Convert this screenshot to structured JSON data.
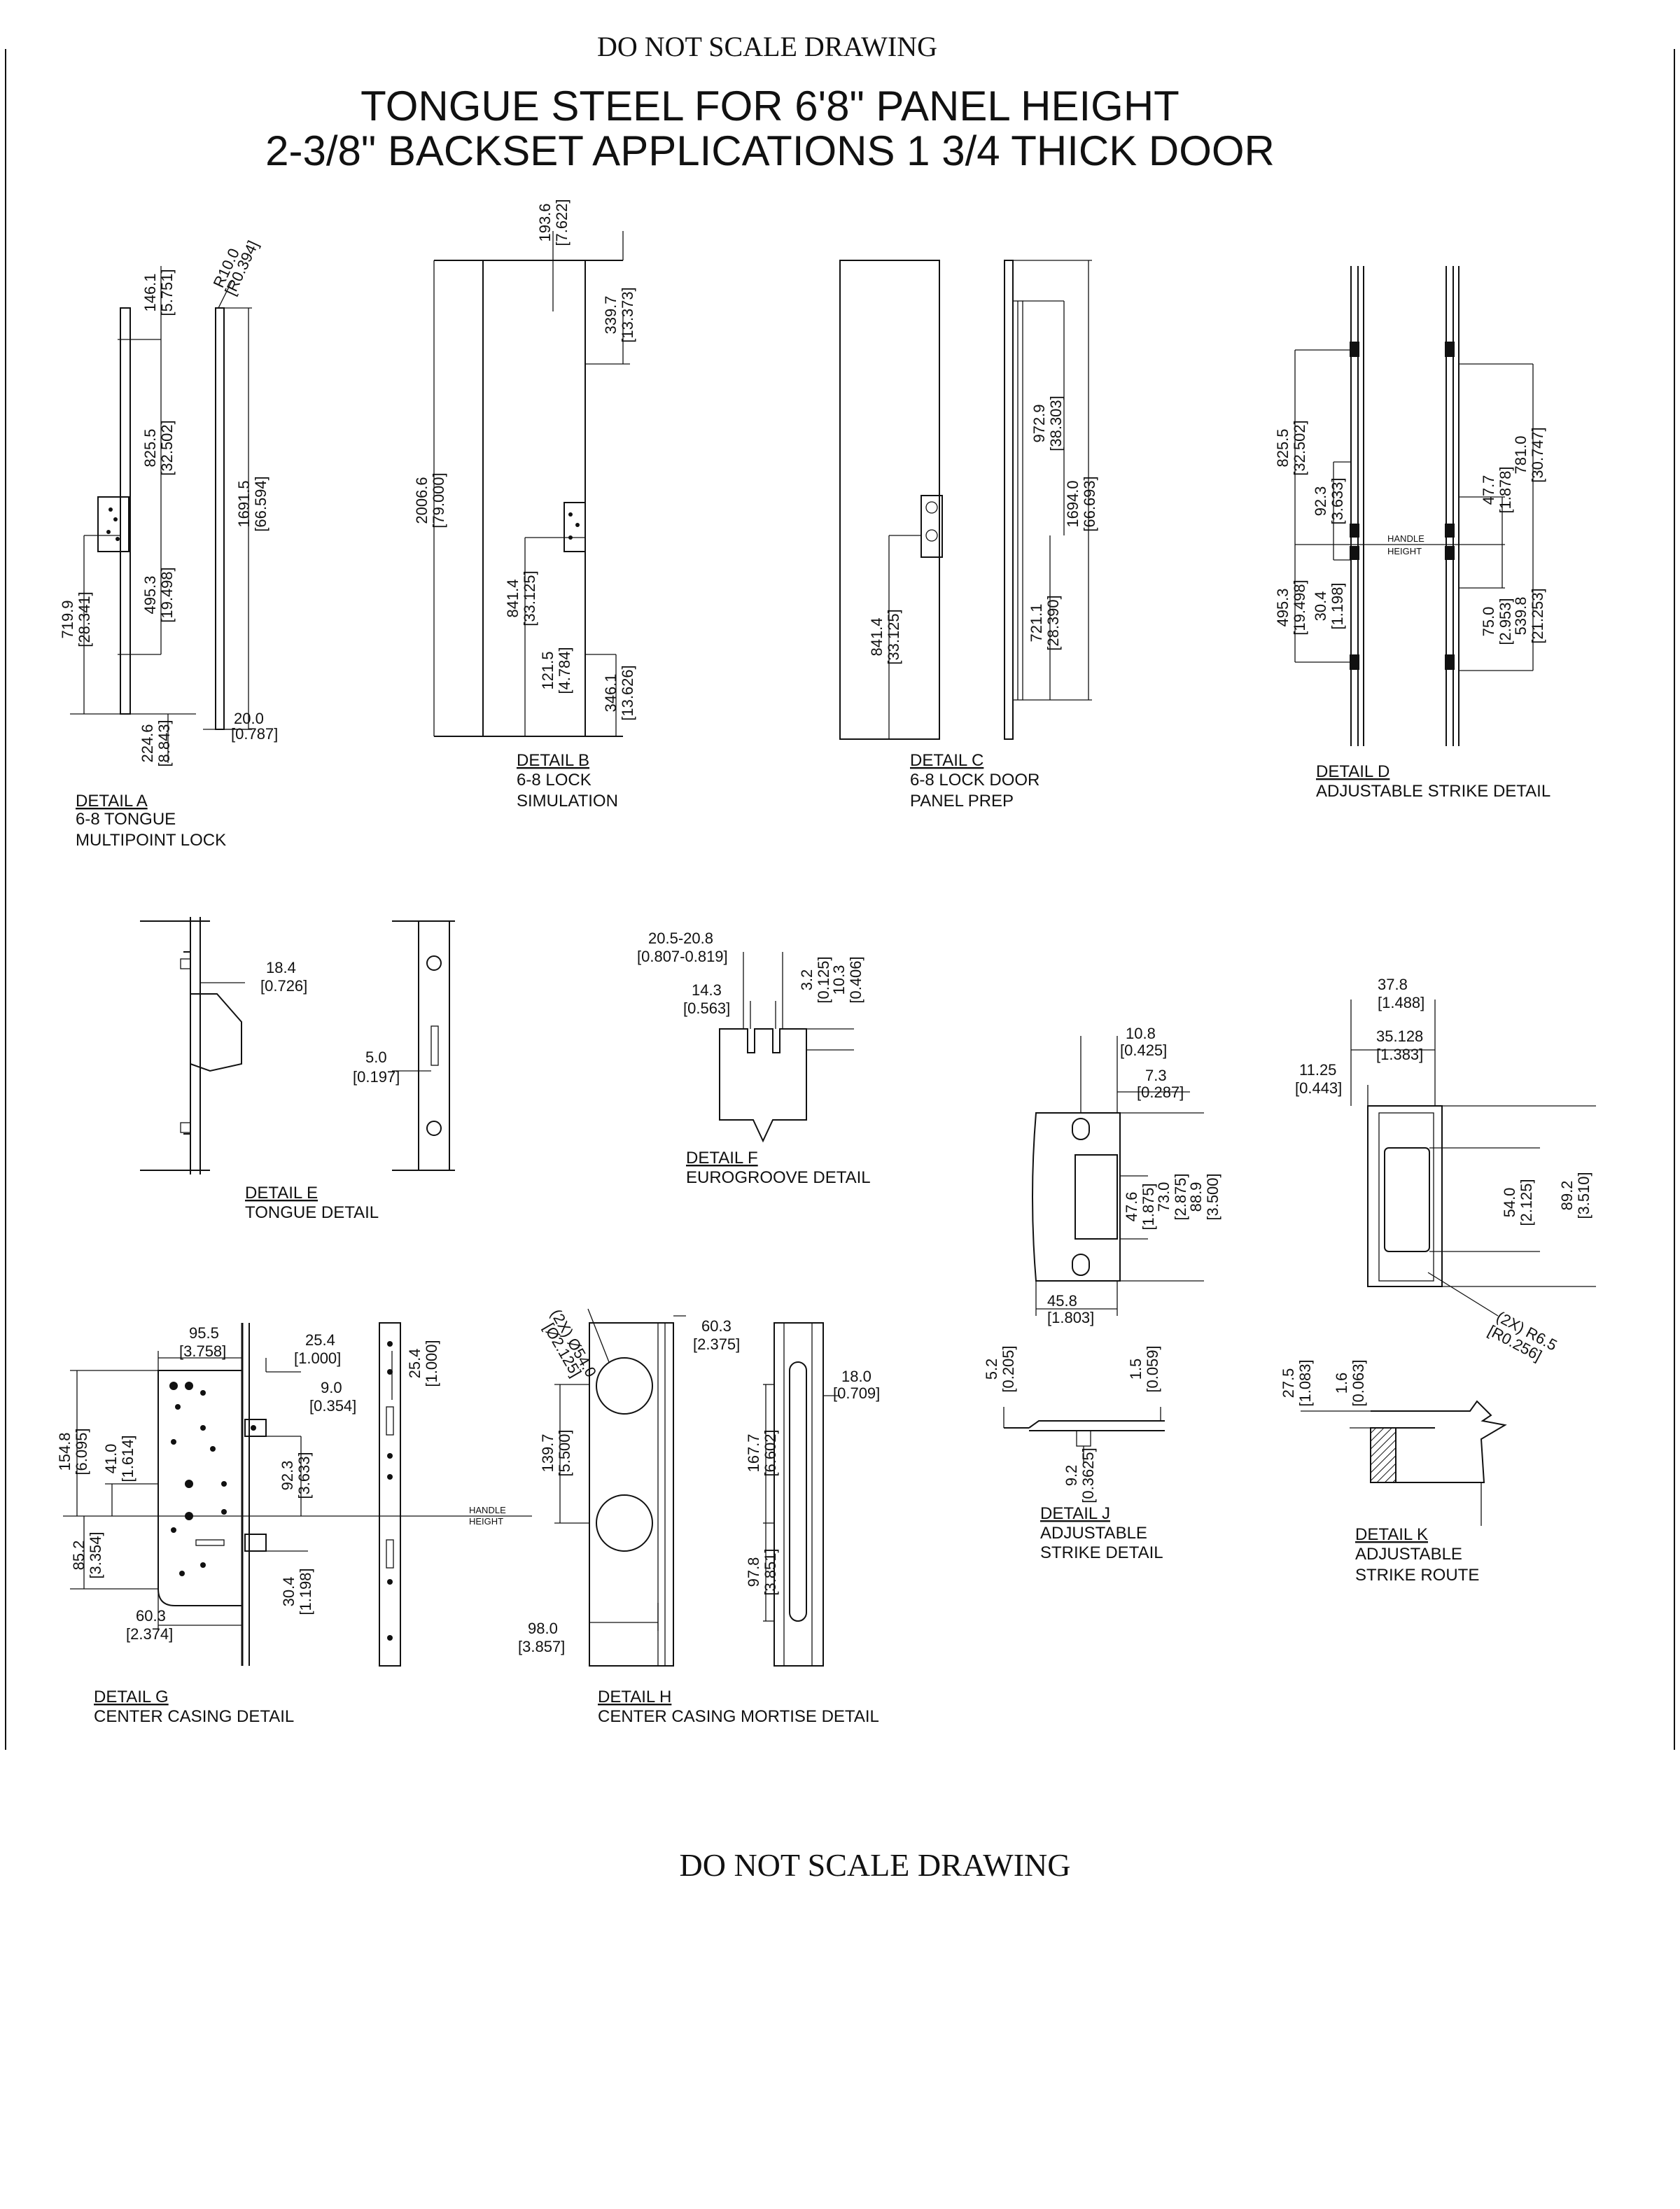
{
  "header": {
    "note_top": "DO NOT SCALE DRAWING",
    "title_line1": "TONGUE STEEL FOR 6'8\" PANEL HEIGHT",
    "title_line2": "2-3/8\" BACKSET APPLICATIONS 1 3/4 THICK DOOR"
  },
  "footer": {
    "note_bottom": "DO NOT SCALE DRAWING"
  },
  "details": {
    "a": {
      "label": "DETAIL A",
      "line1": "6-8 TONGUE",
      "line2": "MULTIPOINT LOCK",
      "dims": {
        "d1": "146.1",
        "d1i": "[5.751]",
        "r": "R10.0",
        "ri": "[R0.394]",
        "d2": "825.5",
        "d2i": "[32.502]",
        "d3": "1691.5",
        "d3i": "[66.594]",
        "d4": "719.9",
        "d4i": "[28.341]",
        "d5": "495.3",
        "d5i": "[19.498]",
        "d6": "224.6",
        "d6i": "[8.843]",
        "d7": "20.0",
        "d7i": "[0.787]"
      }
    },
    "b": {
      "label": "DETAIL B",
      "line1": "6-8 LOCK",
      "line2": "SIMULATION",
      "dims": {
        "d1": "193.6",
        "d1i": "[7.622]",
        "d2": "339.7",
        "d2i": "[13.373]",
        "d3": "2006.6",
        "d3i": "[79.000]",
        "d4": "841.4",
        "d4i": "[33.125]",
        "d5": "121.5",
        "d5i": "[4.784]",
        "d6": "346.1",
        "d6i": "[13.626]"
      }
    },
    "c": {
      "label": "DETAIL C",
      "line1": "6-8 LOCK DOOR",
      "line2": "PANEL PREP",
      "dims": {
        "d1": "972.9",
        "d1i": "[38.303]",
        "d2": "1694.0",
        "d2i": "[66.693]",
        "d3": "841.4",
        "d3i": "[33.125]",
        "d4": "721.1",
        "d4i": "[28.390]"
      }
    },
    "d": {
      "label": "DETAIL D",
      "line1": "ADJUSTABLE STRIKE DETAIL",
      "handle1": "HANDLE",
      "handle2": "HEIGHT",
      "dims": {
        "d1": "825.5",
        "d1i": "[32.502]",
        "d2": "92.3",
        "d2i": "[3.633]",
        "d3": "495.3",
        "d3i": "[19.498]",
        "d4": "30.4",
        "d4i": "[1.198]",
        "d5": "781.0",
        "d5i": "[30.747]",
        "d6": "47.7",
        "d6i": "[1.878]",
        "d7": "75.0",
        "d7i": "[2.953]",
        "d8": "539.8",
        "d8i": "[21.253]"
      }
    },
    "e": {
      "label": "DETAIL E",
      "line1": "TONGUE DETAIL",
      "dims": {
        "d1": "18.4",
        "d1i": "[0.726]",
        "d2": "5.0",
        "d2i": "[0.197]"
      }
    },
    "f": {
      "label": "DETAIL F",
      "line1": "EUROGROOVE DETAIL",
      "dims": {
        "d1": "20.5-20.8",
        "d1i": "[0.807-0.819]",
        "d2": "14.3",
        "d2i": "[0.563]",
        "d3": "3.2",
        "d3i": "[0.125]",
        "d4": "10.3",
        "d4i": "[0.406]"
      }
    },
    "g": {
      "label": "DETAIL G",
      "line1": "CENTER CASING DETAIL",
      "handle1": "HANDLE",
      "handle2": "HEIGHT",
      "dims": {
        "d1": "95.5",
        "d1i": "[3.758]",
        "d2": "25.4",
        "d2i": "[1.000]",
        "d3": "25.4",
        "d3i": "[1.000]",
        "d4": "9.0",
        "d4i": "[0.354]",
        "d5": "154.8",
        "d5i": "[6.095]",
        "d6": "41.0",
        "d6i": "[1.614]",
        "d7": "92.3",
        "d7i": "[3.633]",
        "d8": "85.2",
        "d8i": "[3.354]",
        "d9": "30.4",
        "d9i": "[1.198]",
        "d10": "60.3",
        "d10i": "[2.374]"
      }
    },
    "h": {
      "label": "DETAIL H",
      "line1": "CENTER CASING MORTISE DETAIL",
      "dims": {
        "d1": "(2X) Ø54.0",
        "d1i": "[Ø2.125]",
        "d2": "60.3",
        "d2i": "[2.375]",
        "d3": "18.0",
        "d3i": "[0.709]",
        "d4": "139.7",
        "d4i": "[5.500]",
        "d5": "167.7",
        "d5i": "[6.602]",
        "d6": "97.8",
        "d6i": "[3.851]",
        "d7": "98.0",
        "d7i": "[3.857]"
      }
    },
    "j": {
      "label": "DETAIL J",
      "line1": "ADJUSTABLE",
      "line2": "STRIKE DETAIL",
      "dims": {
        "d1": "10.8",
        "d1i": "[0.425]",
        "d2": "7.3",
        "d2i": "[0.287]",
        "d3": "47.6",
        "d3i": "[1.875]",
        "d4": "73.0",
        "d4i": "[2.875]",
        "d5": "88.9",
        "d5i": "[3.500]",
        "d6": "45.8",
        "d6i": "[1.803]",
        "d7": "5.2",
        "d7i": "[0.205]",
        "d8": "1.5",
        "d8i": "[0.059]",
        "d9": "9.2",
        "d9i": "[0.3625]"
      }
    },
    "k": {
      "label": "DETAIL K",
      "line1": "ADJUSTABLE",
      "line2": "STRIKE ROUTE",
      "dims": {
        "d1": "37.8",
        "d1i": "[1.488]",
        "d2": "35.128",
        "d2i": "[1.383]",
        "d3": "11.25",
        "d3i": "[0.443]",
        "d4": "54.0",
        "d4i": "[2.125]",
        "d5": "89.2",
        "d5i": "[3.510]",
        "d6": "(2X) R6.5",
        "d6i": "[R0.256]",
        "d7": "27.5",
        "d7i": "[1.083]",
        "d8": "1.6",
        "d8i": "[0.063]"
      }
    }
  }
}
